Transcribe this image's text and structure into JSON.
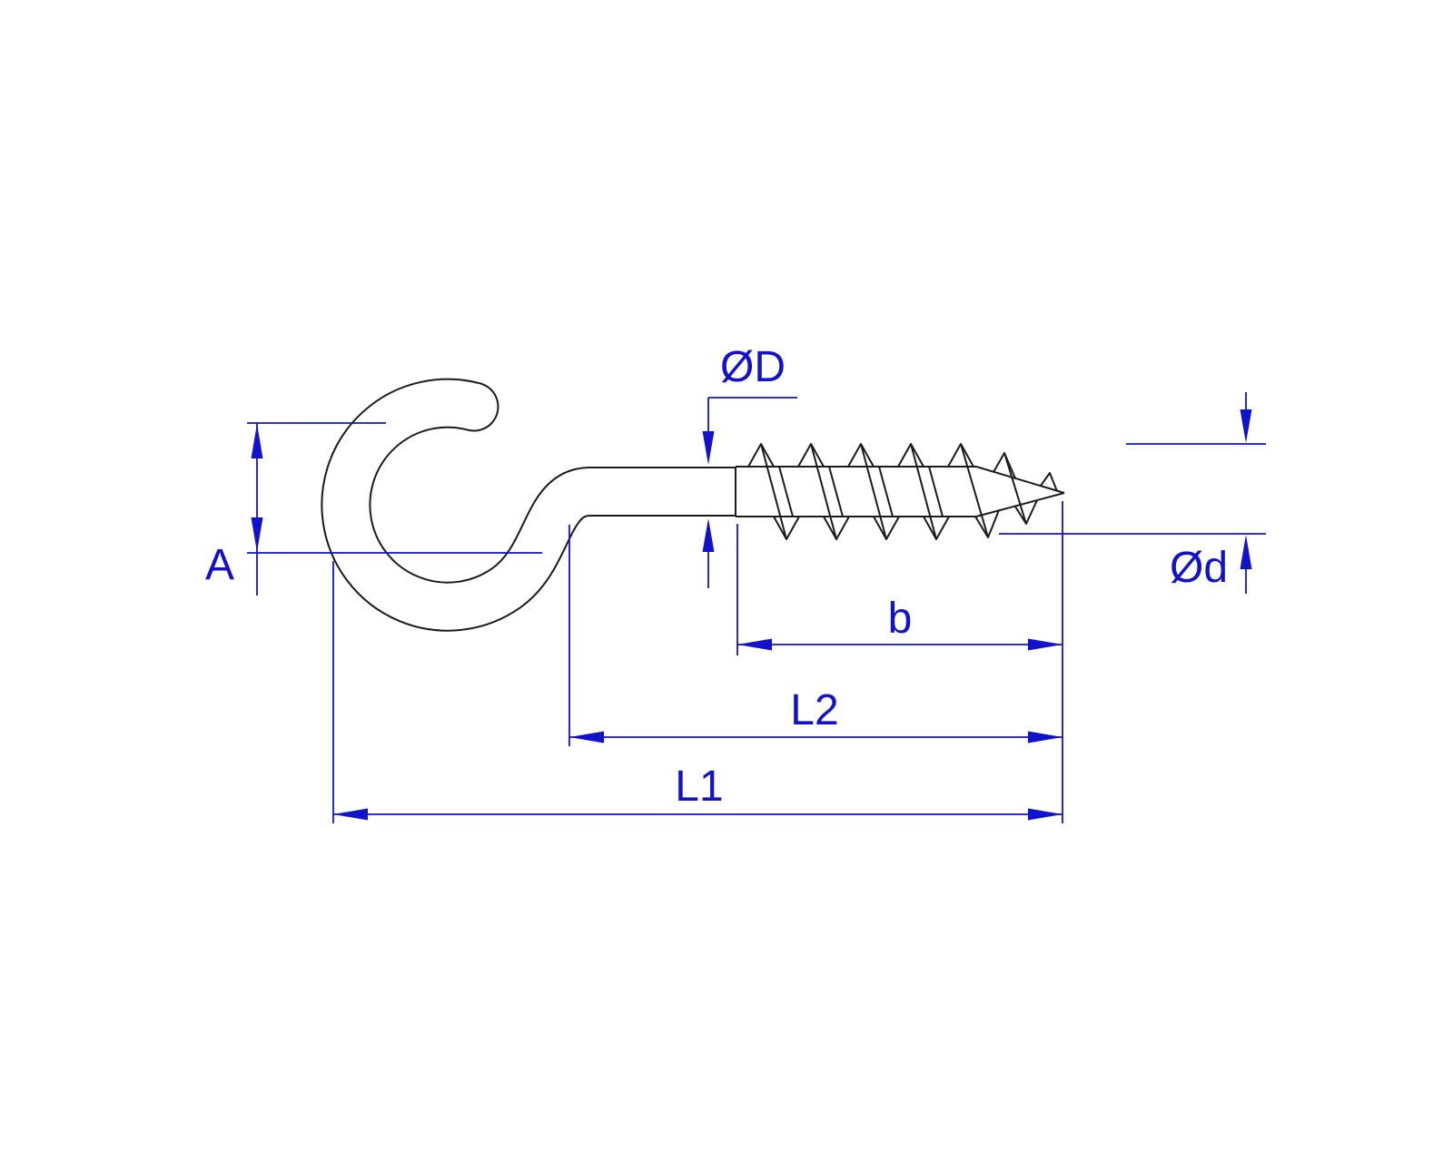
{
  "colors": {
    "dimension": "#1212cc",
    "outline": "#1b1b1b",
    "background": "#ffffff"
  },
  "dimension_labels": {
    "shank_diameter": "ØD",
    "hook_opening": "A",
    "thread_diameter": "Ød",
    "thread_length": "b",
    "shank_length": "L2",
    "overall_length": "L1"
  }
}
